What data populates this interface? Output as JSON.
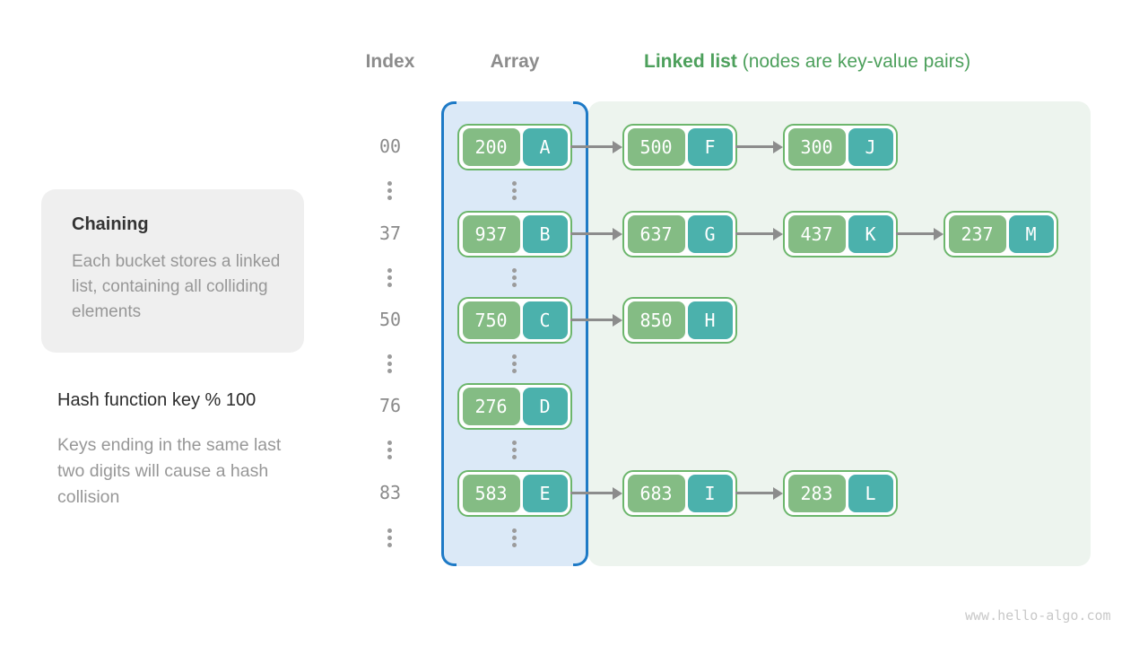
{
  "header": {
    "index_label": "Index",
    "array_label": "Array",
    "linked_list_label": "Linked list",
    "linked_list_note": "(nodes are key-value pairs)"
  },
  "sidebar": {
    "title": "Chaining",
    "description": "Each bucket stores a linked list, containing all colliding elements",
    "hash_function": "Hash function key % 100",
    "collision_note": "Keys ending in the same last two digits will cause a hash collision"
  },
  "buckets": [
    {
      "index": "00",
      "array_node": {
        "key": "200",
        "value": "A"
      },
      "chain": [
        {
          "key": "500",
          "value": "F"
        },
        {
          "key": "300",
          "value": "J"
        }
      ]
    },
    {
      "index": "37",
      "array_node": {
        "key": "937",
        "value": "B"
      },
      "chain": [
        {
          "key": "637",
          "value": "G"
        },
        {
          "key": "437",
          "value": "K"
        },
        {
          "key": "237",
          "value": "M"
        }
      ]
    },
    {
      "index": "50",
      "array_node": {
        "key": "750",
        "value": "C"
      },
      "chain": [
        {
          "key": "850",
          "value": "H"
        }
      ]
    },
    {
      "index": "76",
      "array_node": {
        "key": "276",
        "value": "D"
      },
      "chain": []
    },
    {
      "index": "83",
      "array_node": {
        "key": "583",
        "value": "E"
      },
      "chain": [
        {
          "key": "683",
          "value": "I"
        },
        {
          "key": "283",
          "value": "L"
        }
      ]
    }
  ],
  "watermark": "www.hello-algo.com",
  "colors": {
    "key_box": "#84bc84",
    "value_box": "#4bb1ac",
    "node_border": "#6cb66c",
    "array_background": "#dbe9f7",
    "array_bracket": "#1e7ac6",
    "list_background": "#edf4ee",
    "header_gray": "#8c8c8c",
    "accent_green": "#4da05c",
    "arrow_gray": "#8c8c8c"
  }
}
